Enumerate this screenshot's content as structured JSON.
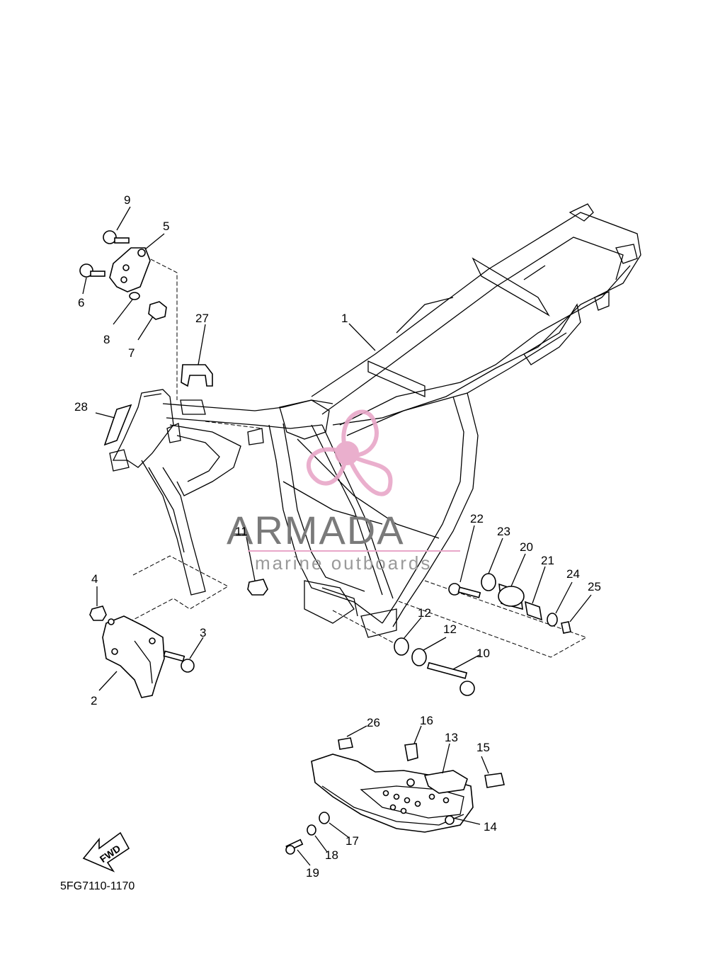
{
  "diagram_code": "5FG7110-1170",
  "watermark": {
    "title": "ARMADA",
    "subtitle": "marine outboards",
    "color": "#e8a7c8"
  },
  "fwd_label": "FWD",
  "parts": {
    "p1": "1",
    "p2": "2",
    "p3": "3",
    "p4": "4",
    "p5": "5",
    "p6": "6",
    "p7": "7",
    "p8": "8",
    "p9": "9",
    "p10": "10",
    "p11": "11",
    "p12a": "12",
    "p12b": "12",
    "p13": "13",
    "p14": "14",
    "p15": "15",
    "p16": "16",
    "p17": "17",
    "p18": "18",
    "p19": "19",
    "p20": "20",
    "p21": "21",
    "p22": "22",
    "p23": "23",
    "p24": "24",
    "p25": "25",
    "p26": "26",
    "p27": "27",
    "p28": "28"
  }
}
